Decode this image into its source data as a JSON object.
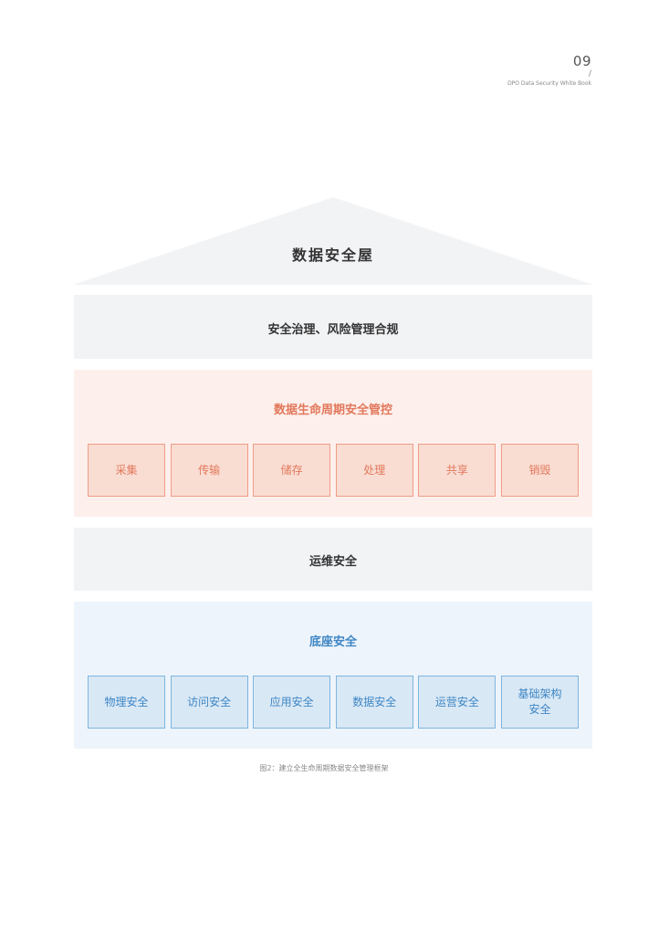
{
  "header": {
    "page_number": "09",
    "slash": "/",
    "subtitle": "DPO Data Security White Book"
  },
  "roof": {
    "title": "数据安全屋"
  },
  "governance": {
    "title": "安全治理、风险管理合规"
  },
  "lifecycle": {
    "title": "数据生命周期安全管控",
    "items": [
      "采集",
      "传输",
      "储存",
      "处理",
      "共享",
      "销毁"
    ]
  },
  "operations": {
    "title": "运维安全"
  },
  "foundation": {
    "title": "底座安全",
    "items": [
      "物理安全",
      "访问安全",
      "应用安全",
      "数据安全",
      "运营安全",
      "基础架构\n安全"
    ]
  },
  "caption": "图2：建立全生命周期数据安全管理框架",
  "colors": {
    "grey_band": "#f2f3f5",
    "pink_band": "#fdf0ec",
    "pink_accent": "#e2785b",
    "blue_band": "#edf4fb",
    "blue_accent": "#3e86c4"
  }
}
